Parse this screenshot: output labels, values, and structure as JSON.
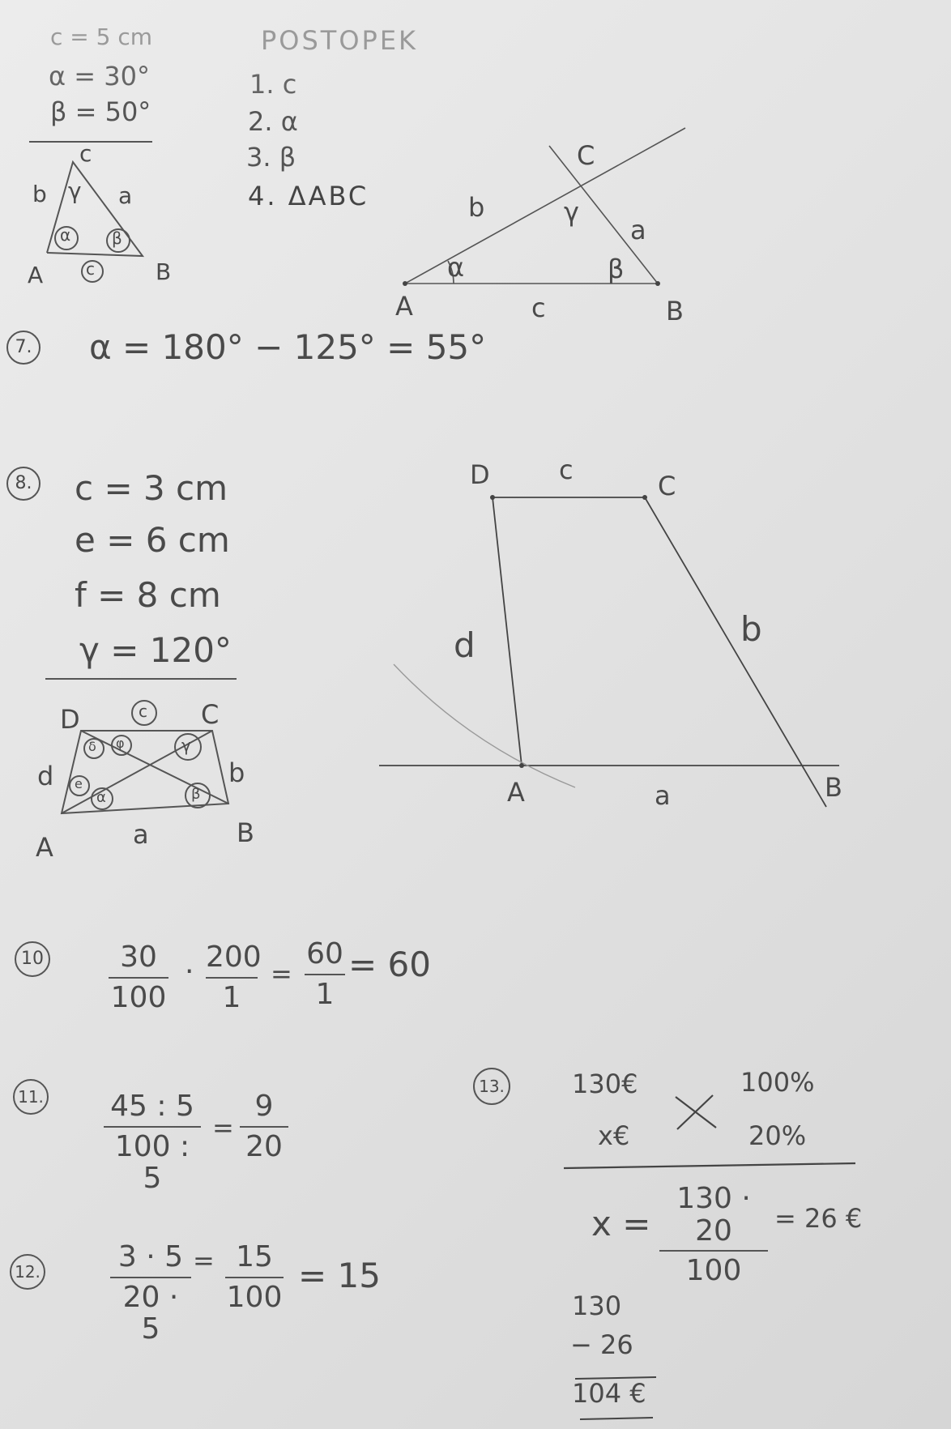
{
  "block1": {
    "givens": [
      "c = 5 cm",
      "α = 30°",
      "β = 50°"
    ],
    "sketch": {
      "top": "c",
      "side_left": "b",
      "side_right": "a",
      "angle_top": "γ",
      "angle_a": "α",
      "angle_b": "β",
      "base": "c",
      "vertex_a": "A",
      "vertex_b": "B"
    },
    "postopek_title": "POSTOPEK",
    "postopek_steps": [
      "1. c",
      "2. α",
      "3. β",
      "4. ΔABC"
    ],
    "construction": {
      "vertex_c": "C",
      "vertex_a": "A",
      "vertex_b": "B",
      "side_b": "b",
      "side_a": "a",
      "side_c": "c",
      "angle_g": "γ",
      "angle_a": "α",
      "angle_b": "β"
    }
  },
  "q7": {
    "num": "7.",
    "text": "α = 180° − 125° = 55°"
  },
  "q8": {
    "num": "8.",
    "givens": [
      "c = 3 cm",
      "e = 6 cm",
      "f = 8 cm",
      "γ = 120°"
    ],
    "sketch": {
      "d": "D",
      "c_top": "c",
      "c": "C",
      "left": "d",
      "right": "b",
      "a": "A",
      "bottom": "a",
      "b": "B",
      "angles": [
        "δ",
        "φ",
        "γ",
        "e",
        "α",
        "β"
      ]
    },
    "construction": {
      "vertex_d": "D",
      "top": "c",
      "vertex_c": "C",
      "side_d": "d",
      "side_b": "b",
      "vertex_a": "A",
      "base": "a",
      "vertex_b": "B"
    }
  },
  "q10": {
    "num": "10",
    "f1_n": "30",
    "f1_d": "100",
    "dot": "·",
    "f2_n": "200",
    "f2_d": "1",
    "eq1": "=",
    "f3_n": "60",
    "f3_d": "1",
    "eq2": "= 60"
  },
  "q11": {
    "num": "11.",
    "f1_n": "45 : 5",
    "f1_d": "100 : 5",
    "eq": "=",
    "f2_n": "9",
    "f2_d": "20"
  },
  "q12": {
    "num": "12.",
    "f1_n": "3 · 5",
    "f1_d": "20 · 5",
    "eq": "=",
    "f2_n": "15",
    "f2_d": "100",
    "eq2": "= 15"
  },
  "q13": {
    "num": "13.",
    "row1_left": "130€",
    "row1_right": "100%",
    "row2_left": "x€",
    "row2_right": "20%",
    "x_label": "x =",
    "frac_n": "130 · 20",
    "frac_d": "100",
    "result": "= 26 €",
    "sub": [
      "130",
      "− 26",
      "104 €"
    ]
  }
}
